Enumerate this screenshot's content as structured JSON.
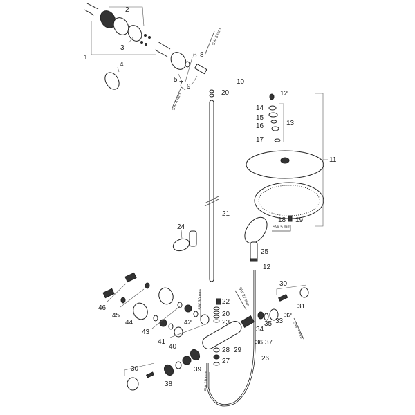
{
  "diagram": {
    "type": "exploded-parts-diagram",
    "subject": "shower system (overhead shower, hand shower, thermostat)",
    "parts": [
      {
        "id": "1",
        "label": "1"
      },
      {
        "id": "2",
        "label": "2"
      },
      {
        "id": "3",
        "label": "3"
      },
      {
        "id": "4",
        "label": "4"
      },
      {
        "id": "5",
        "label": "5"
      },
      {
        "id": "6",
        "label": "6"
      },
      {
        "id": "7",
        "label": "7"
      },
      {
        "id": "8",
        "label": "8"
      },
      {
        "id": "9",
        "label": "9"
      },
      {
        "id": "10",
        "label": "10"
      },
      {
        "id": "11",
        "label": "11"
      },
      {
        "id": "12a",
        "label": "12"
      },
      {
        "id": "12b",
        "label": "12"
      },
      {
        "id": "13",
        "label": "13"
      },
      {
        "id": "14",
        "label": "14"
      },
      {
        "id": "15",
        "label": "15"
      },
      {
        "id": "16",
        "label": "16"
      },
      {
        "id": "17",
        "label": "17"
      },
      {
        "id": "18",
        "label": "18"
      },
      {
        "id": "19",
        "label": "19"
      },
      {
        "id": "20a",
        "label": "20"
      },
      {
        "id": "20b",
        "label": "20"
      },
      {
        "id": "21",
        "label": "21"
      },
      {
        "id": "22",
        "label": "22"
      },
      {
        "id": "23",
        "label": "23"
      },
      {
        "id": "24",
        "label": "24"
      },
      {
        "id": "25",
        "label": "25"
      },
      {
        "id": "26",
        "label": "26"
      },
      {
        "id": "27",
        "label": "27"
      },
      {
        "id": "28",
        "label": "28"
      },
      {
        "id": "29",
        "label": "29"
      },
      {
        "id": "30a",
        "label": "30"
      },
      {
        "id": "30b",
        "label": "30"
      },
      {
        "id": "31",
        "label": "31"
      },
      {
        "id": "32",
        "label": "32"
      },
      {
        "id": "33",
        "label": "33"
      },
      {
        "id": "34",
        "label": "34"
      },
      {
        "id": "35",
        "label": "35"
      },
      {
        "id": "36",
        "label": "36"
      },
      {
        "id": "37",
        "label": "37"
      },
      {
        "id": "38",
        "label": "38"
      },
      {
        "id": "39",
        "label": "39"
      },
      {
        "id": "40",
        "label": "40"
      },
      {
        "id": "41",
        "label": "41"
      },
      {
        "id": "42",
        "label": "42"
      },
      {
        "id": "43",
        "label": "43"
      },
      {
        "id": "44",
        "label": "44"
      },
      {
        "id": "45",
        "label": "45"
      },
      {
        "id": "46",
        "label": "46"
      }
    ],
    "tool_labels": {
      "sw3_top": "SW 3 mm",
      "sw4": "SW 4 mm",
      "sw5": "SW 5 mm",
      "sw30": "SW 30 mm",
      "sw27": "SW 27 mm",
      "sw3_right": "SW 3 mm",
      "sw19": "SW 19 mm"
    },
    "separator_36_37": "36 37"
  }
}
